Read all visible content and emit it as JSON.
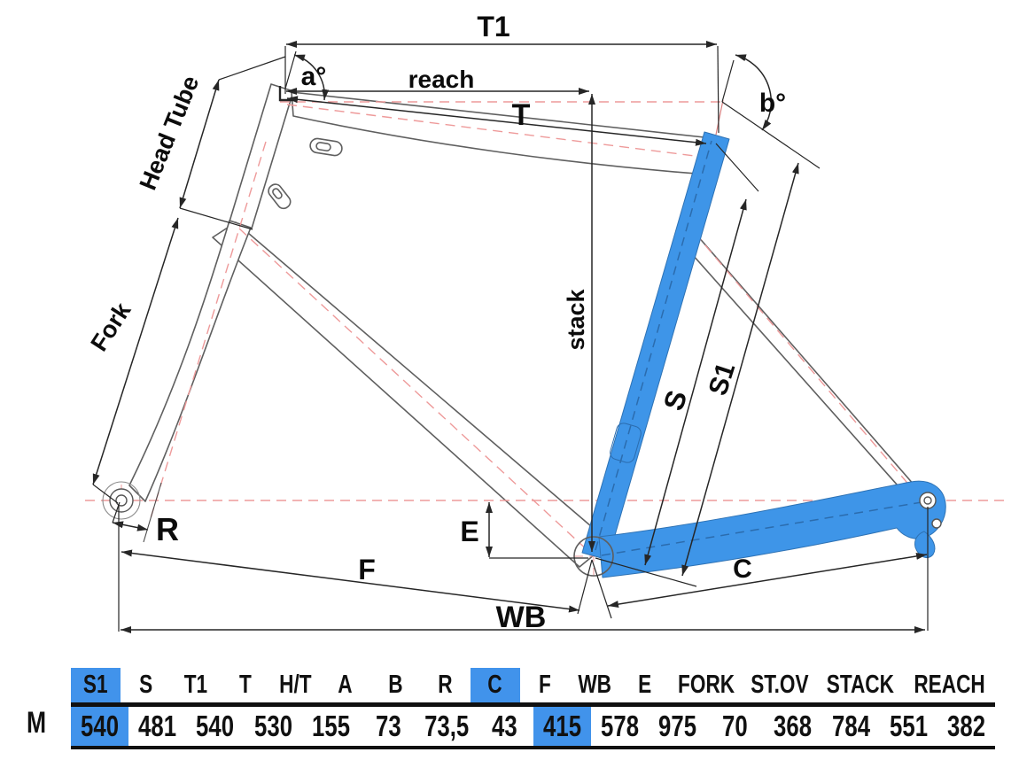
{
  "diagram": {
    "labels": {
      "t1": "T1",
      "reach": "reach",
      "t": "T",
      "angle_a": "a°",
      "angle_b": "b°",
      "head_tube": "Head Tube",
      "fork": "Fork",
      "stack": "stack",
      "s": "S",
      "s1": "S1",
      "r": "R",
      "e": "E",
      "f": "F",
      "c": "C",
      "wb": "WB"
    },
    "colors": {
      "highlight_blue": "#3E95E8",
      "centerline_red": "#EE9A9A",
      "frame_outline": "#5F5F5F",
      "dimension": "#262626"
    }
  },
  "table": {
    "size_label": "M",
    "highlight_color": "#4193EB",
    "columns": [
      {
        "label": "S1",
        "value": "540",
        "highlight": true
      },
      {
        "label": "S",
        "value": "481",
        "highlight": false
      },
      {
        "label": "T1",
        "value": "540",
        "highlight": false
      },
      {
        "label": "T",
        "value": "530",
        "highlight": false
      },
      {
        "label": "H/T",
        "value": "155",
        "highlight": false
      },
      {
        "label": "A",
        "value": "73",
        "highlight": false
      },
      {
        "label": "B",
        "value": "73,5",
        "highlight": false
      },
      {
        "label": "R",
        "value": "43",
        "highlight": false
      },
      {
        "label": "C",
        "value": "415",
        "highlight": true
      },
      {
        "label": "F",
        "value": "578",
        "highlight": false
      },
      {
        "label": "WB",
        "value": "975",
        "highlight": false
      },
      {
        "label": "E",
        "value": "70",
        "highlight": false
      },
      {
        "label": "FORK",
        "value": "368",
        "highlight": false
      },
      {
        "label": "ST.OV",
        "value": "784",
        "highlight": false
      },
      {
        "label": "STACK",
        "value": "551",
        "highlight": false
      },
      {
        "label": "REACH",
        "value": "382",
        "highlight": false
      }
    ]
  }
}
